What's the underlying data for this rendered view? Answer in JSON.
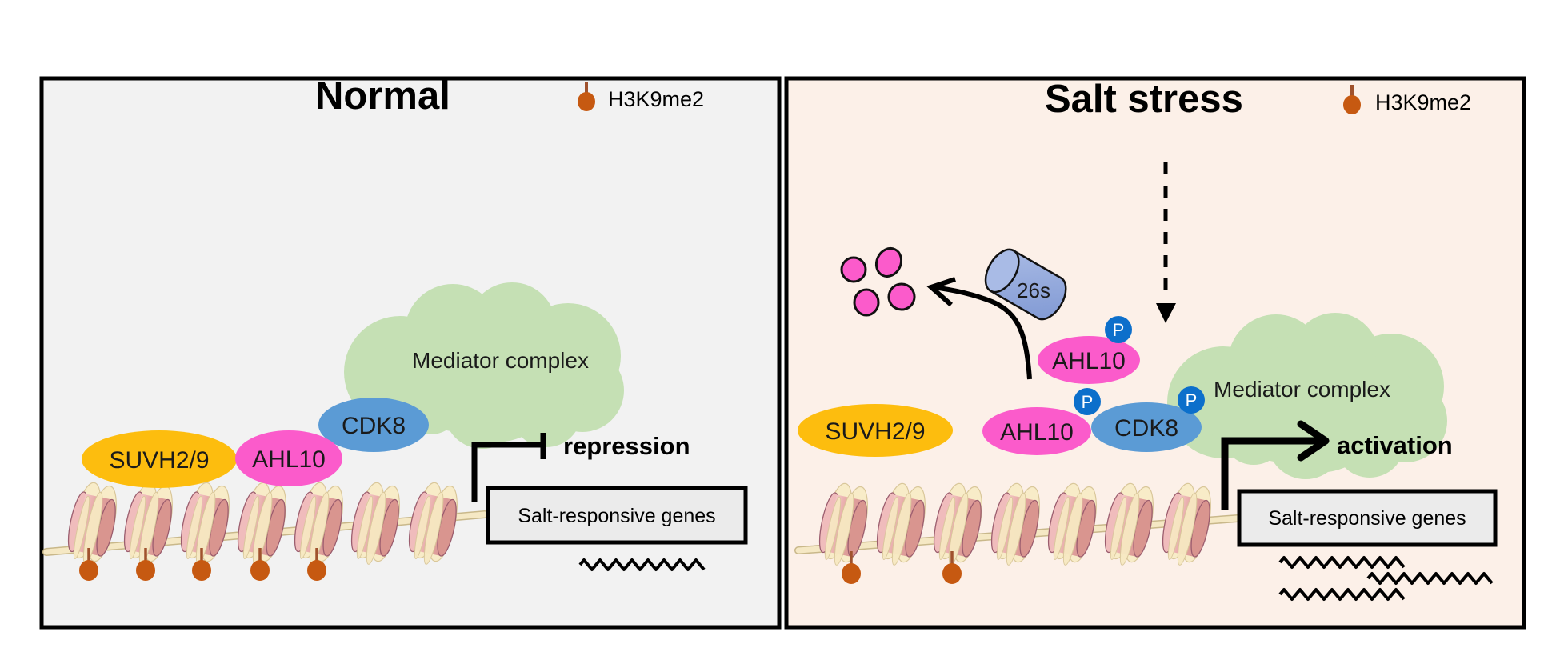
{
  "figure": {
    "colors": {
      "panel_normal_bg": "#f2f2f2",
      "panel_salt_bg": "#fcf0e8",
      "suvh": "#fdbd0e",
      "ahl10": "#fb5bcb",
      "cdk8": "#5b9bd5",
      "mediator": "#c5e0b4",
      "phospho": "#0c6fcb",
      "h3k9me2": "#c65911",
      "proteasome": "#8fa7d9",
      "gene_box": "#ebebeb"
    },
    "panels": [
      {
        "id": "normal",
        "title": "Normal",
        "legend": {
          "icon": "h3k9me2-mark-icon",
          "label": "H3K9me2"
        },
        "proteins": {
          "suvh": "SUVH2/9",
          "ahl10": "AHL10",
          "cdk8": "CDK8",
          "mediator": "Mediator complex"
        },
        "outcome": {
          "label": "repression",
          "icon": "repression-bar-icon"
        },
        "gene": "Salt-responsive genes",
        "methylated_nucleosomes": 5,
        "nucleosomes": 7,
        "transcripts": 1
      },
      {
        "id": "salt",
        "title": "Salt stress",
        "legend": {
          "icon": "h3k9me2-mark-icon",
          "label": "H3K9me2"
        },
        "proteins": {
          "suvh": "SUVH2/9",
          "ahl10": "AHL10",
          "ahl10_released": "AHL10",
          "cdk8": "CDK8",
          "mediator": "Mediator complex",
          "proteasome": "26s",
          "phospho": "P"
        },
        "outcome": {
          "label": "activation",
          "icon": "activation-arrow-icon"
        },
        "gene": "Salt-responsive genes",
        "methylated_nucleosomes": 2,
        "nucleosomes": 7,
        "transcripts": 3,
        "degraded_fragments": 4
      }
    ]
  }
}
